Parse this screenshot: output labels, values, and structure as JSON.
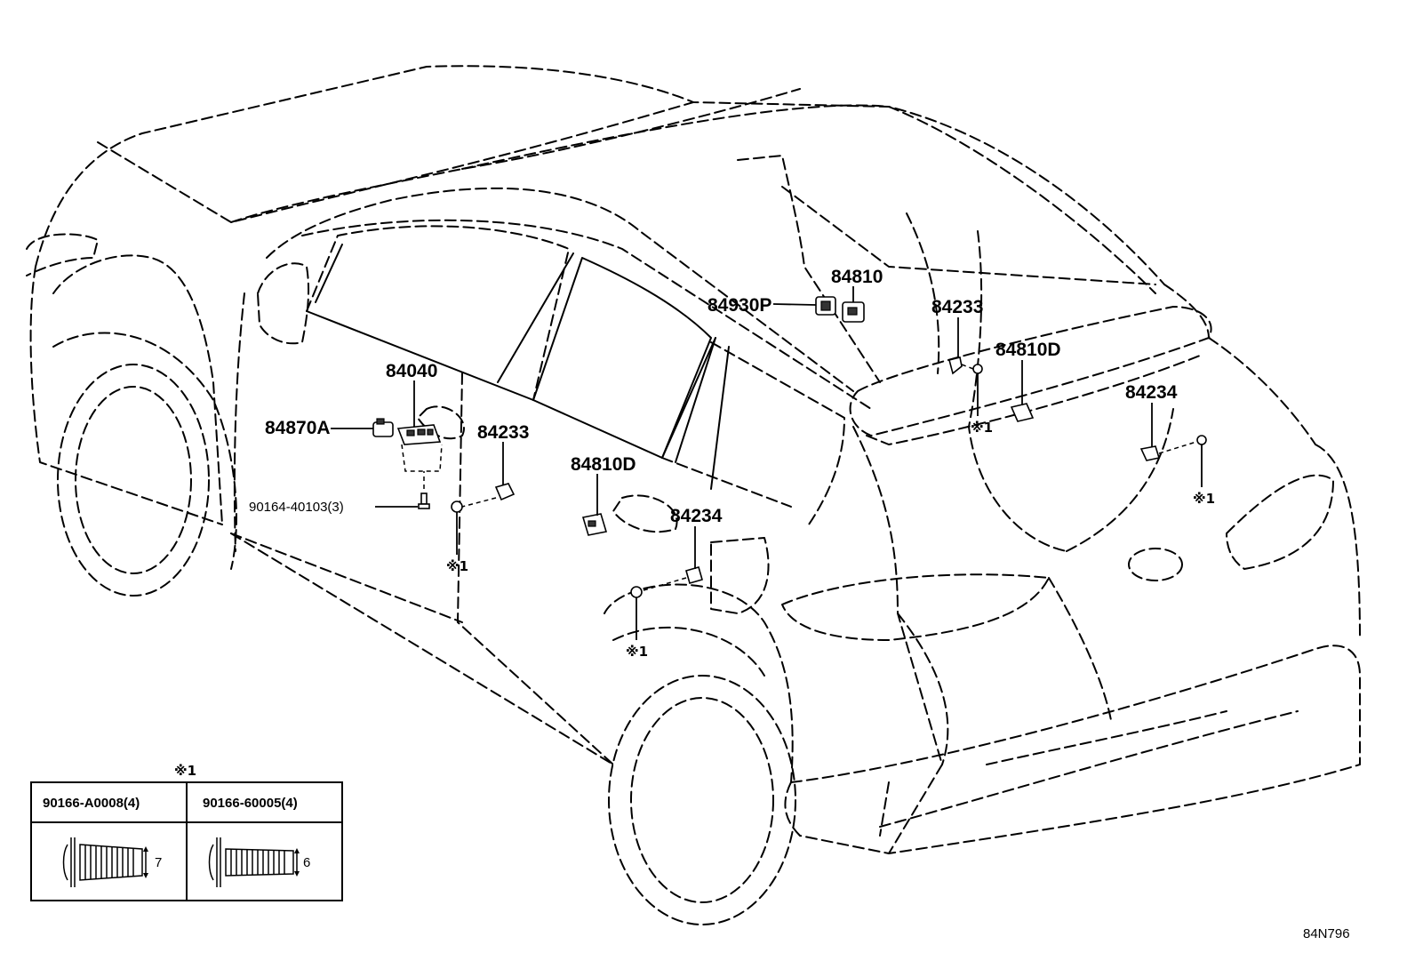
{
  "diagram_code": "84N796",
  "callouts": {
    "p84810": "84810",
    "p84930P": "84930P",
    "p84233_upper": "84233",
    "p84810D_upper": "84810D",
    "p84040": "84040",
    "p84870A": "84870A",
    "p84233_door": "84233",
    "p90164": "90164-40103(3)",
    "p84810D_lower": "84810D",
    "p84234_lower": "84234",
    "p84234_rear": "84234"
  },
  "screw_refs": {
    "ref_a": "※1",
    "ref_b": "※1",
    "ref_c": "※1",
    "ref_d": "※1"
  },
  "screw_table": {
    "title": "※1",
    "columns": [
      {
        "part_no": "90166-A0008(4)",
        "dimension": "7"
      },
      {
        "part_no": "90166-60005(4)",
        "dimension": "6"
      }
    ]
  }
}
